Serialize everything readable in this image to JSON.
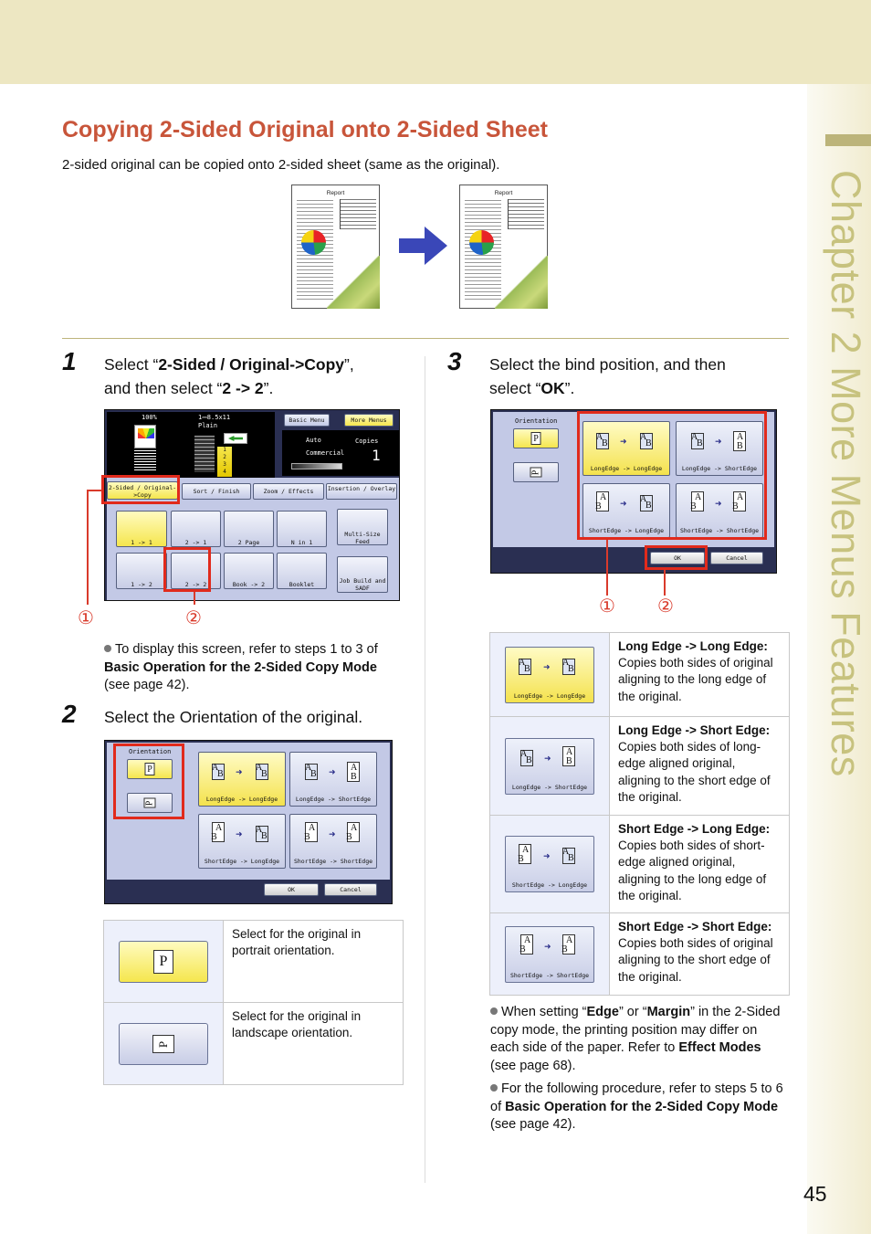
{
  "header": {
    "chapter_label": "Chapter 2   More Menus Features",
    "page_number": "45"
  },
  "section": {
    "title": "Copying 2-Sided Original onto 2-Sided Sheet",
    "intro": "2-sided original can be copied onto 2-sided sheet (same as the original).",
    "doc_label": "Report"
  },
  "step1": {
    "number": "1",
    "line1_pre": "Select “",
    "line1_bold": "2-Sided / Original->Copy",
    "line1_post": "”,",
    "line2_pre": "and then select “",
    "line2_bold": "2 -> 2",
    "line2_post": "”.",
    "callouts": [
      "①",
      "②"
    ],
    "note_pre": "To display this screen, refer to steps 1 to 3 of ",
    "note_bold": "Basic Operation for the 2-Sided Copy Mode",
    "note_post": " (see page 42).",
    "panel": {
      "zoom": "100%",
      "paper": "1⎓8.5x11",
      "paper_type": "Plain",
      "basic_menu": "Basic Menu",
      "more_menus": "More Menus",
      "auto": "Auto",
      "copies_label": "Copies",
      "copies_value": "1",
      "commercial": "Commercial",
      "tabs": [
        "2-Sided / Original->Copy",
        "Sort / Finish",
        "Zoom / Effects",
        "Insertion / Overlay"
      ],
      "row1": [
        "1 -> 1",
        "2 -> 1",
        "2 Page",
        "N in 1",
        "Multi-Size Feed"
      ],
      "row2": [
        "1 -> 2",
        "2 -> 2",
        "Book -> 2",
        "Booklet",
        "Job Build and SADF"
      ]
    }
  },
  "step2": {
    "number": "2",
    "text": "Select the Orientation of the original.",
    "panel": {
      "orientation": "Orientation",
      "p": "P",
      "ok": "OK",
      "cancel": "Cancel",
      "options": [
        "LongEdge -> LongEdge",
        "LongEdge -> ShortEdge",
        "ShortEdge -> LongEdge",
        "ShortEdge -> ShortEdge"
      ]
    },
    "table": [
      {
        "text": "Select for the original in portrait orientation."
      },
      {
        "text": "Select for the original in landscape orientation."
      }
    ]
  },
  "step3": {
    "number": "3",
    "line1": "Select the bind position, and then",
    "line2_pre": "select “",
    "line2_bold": "OK",
    "line2_post": "”.",
    "callouts": [
      "①",
      "②"
    ],
    "table": [
      {
        "label": "LongEdge -> LongEdge",
        "title": "Long Edge -> Long Edge:",
        "text": "Copies both sides of original aligning to the long edge of the original."
      },
      {
        "label": "LongEdge -> ShortEdge",
        "title": "Long Edge -> Short Edge:",
        "text": "Copies both sides of long-edge aligned original, aligning to the short edge of the original."
      },
      {
        "label": "ShortEdge -> LongEdge",
        "title": "Short Edge -> Long Edge:",
        "text": "Copies both sides of short-edge aligned original, aligning to the long edge of the original."
      },
      {
        "label": "ShortEdge -> ShortEdge",
        "title": "Short Edge -> Short Edge:",
        "text": "Copies both sides of original aligning to the short edge of the original."
      }
    ],
    "note1_a": "When setting “",
    "note1_b": "Edge",
    "note1_c": "” or “",
    "note1_d": "Margin",
    "note1_e": "” in the 2-Sided copy mode, the printing position may differ on each side of the paper. Refer to ",
    "note1_f": "Effect Modes",
    "note1_g": " (see page 68).",
    "note2_a": "For the following procedure, refer to steps 5 to 6 of ",
    "note2_b": "Basic Operation for the 2-Sided Copy Mode",
    "note2_c": " (see page 42)."
  },
  "letters": {
    "a": "A",
    "b": "B"
  },
  "colors": {
    "accent": "#c8553a",
    "highlight": "#e12a1c",
    "band": "#ede7c2",
    "chapter": "#c7c27e"
  }
}
